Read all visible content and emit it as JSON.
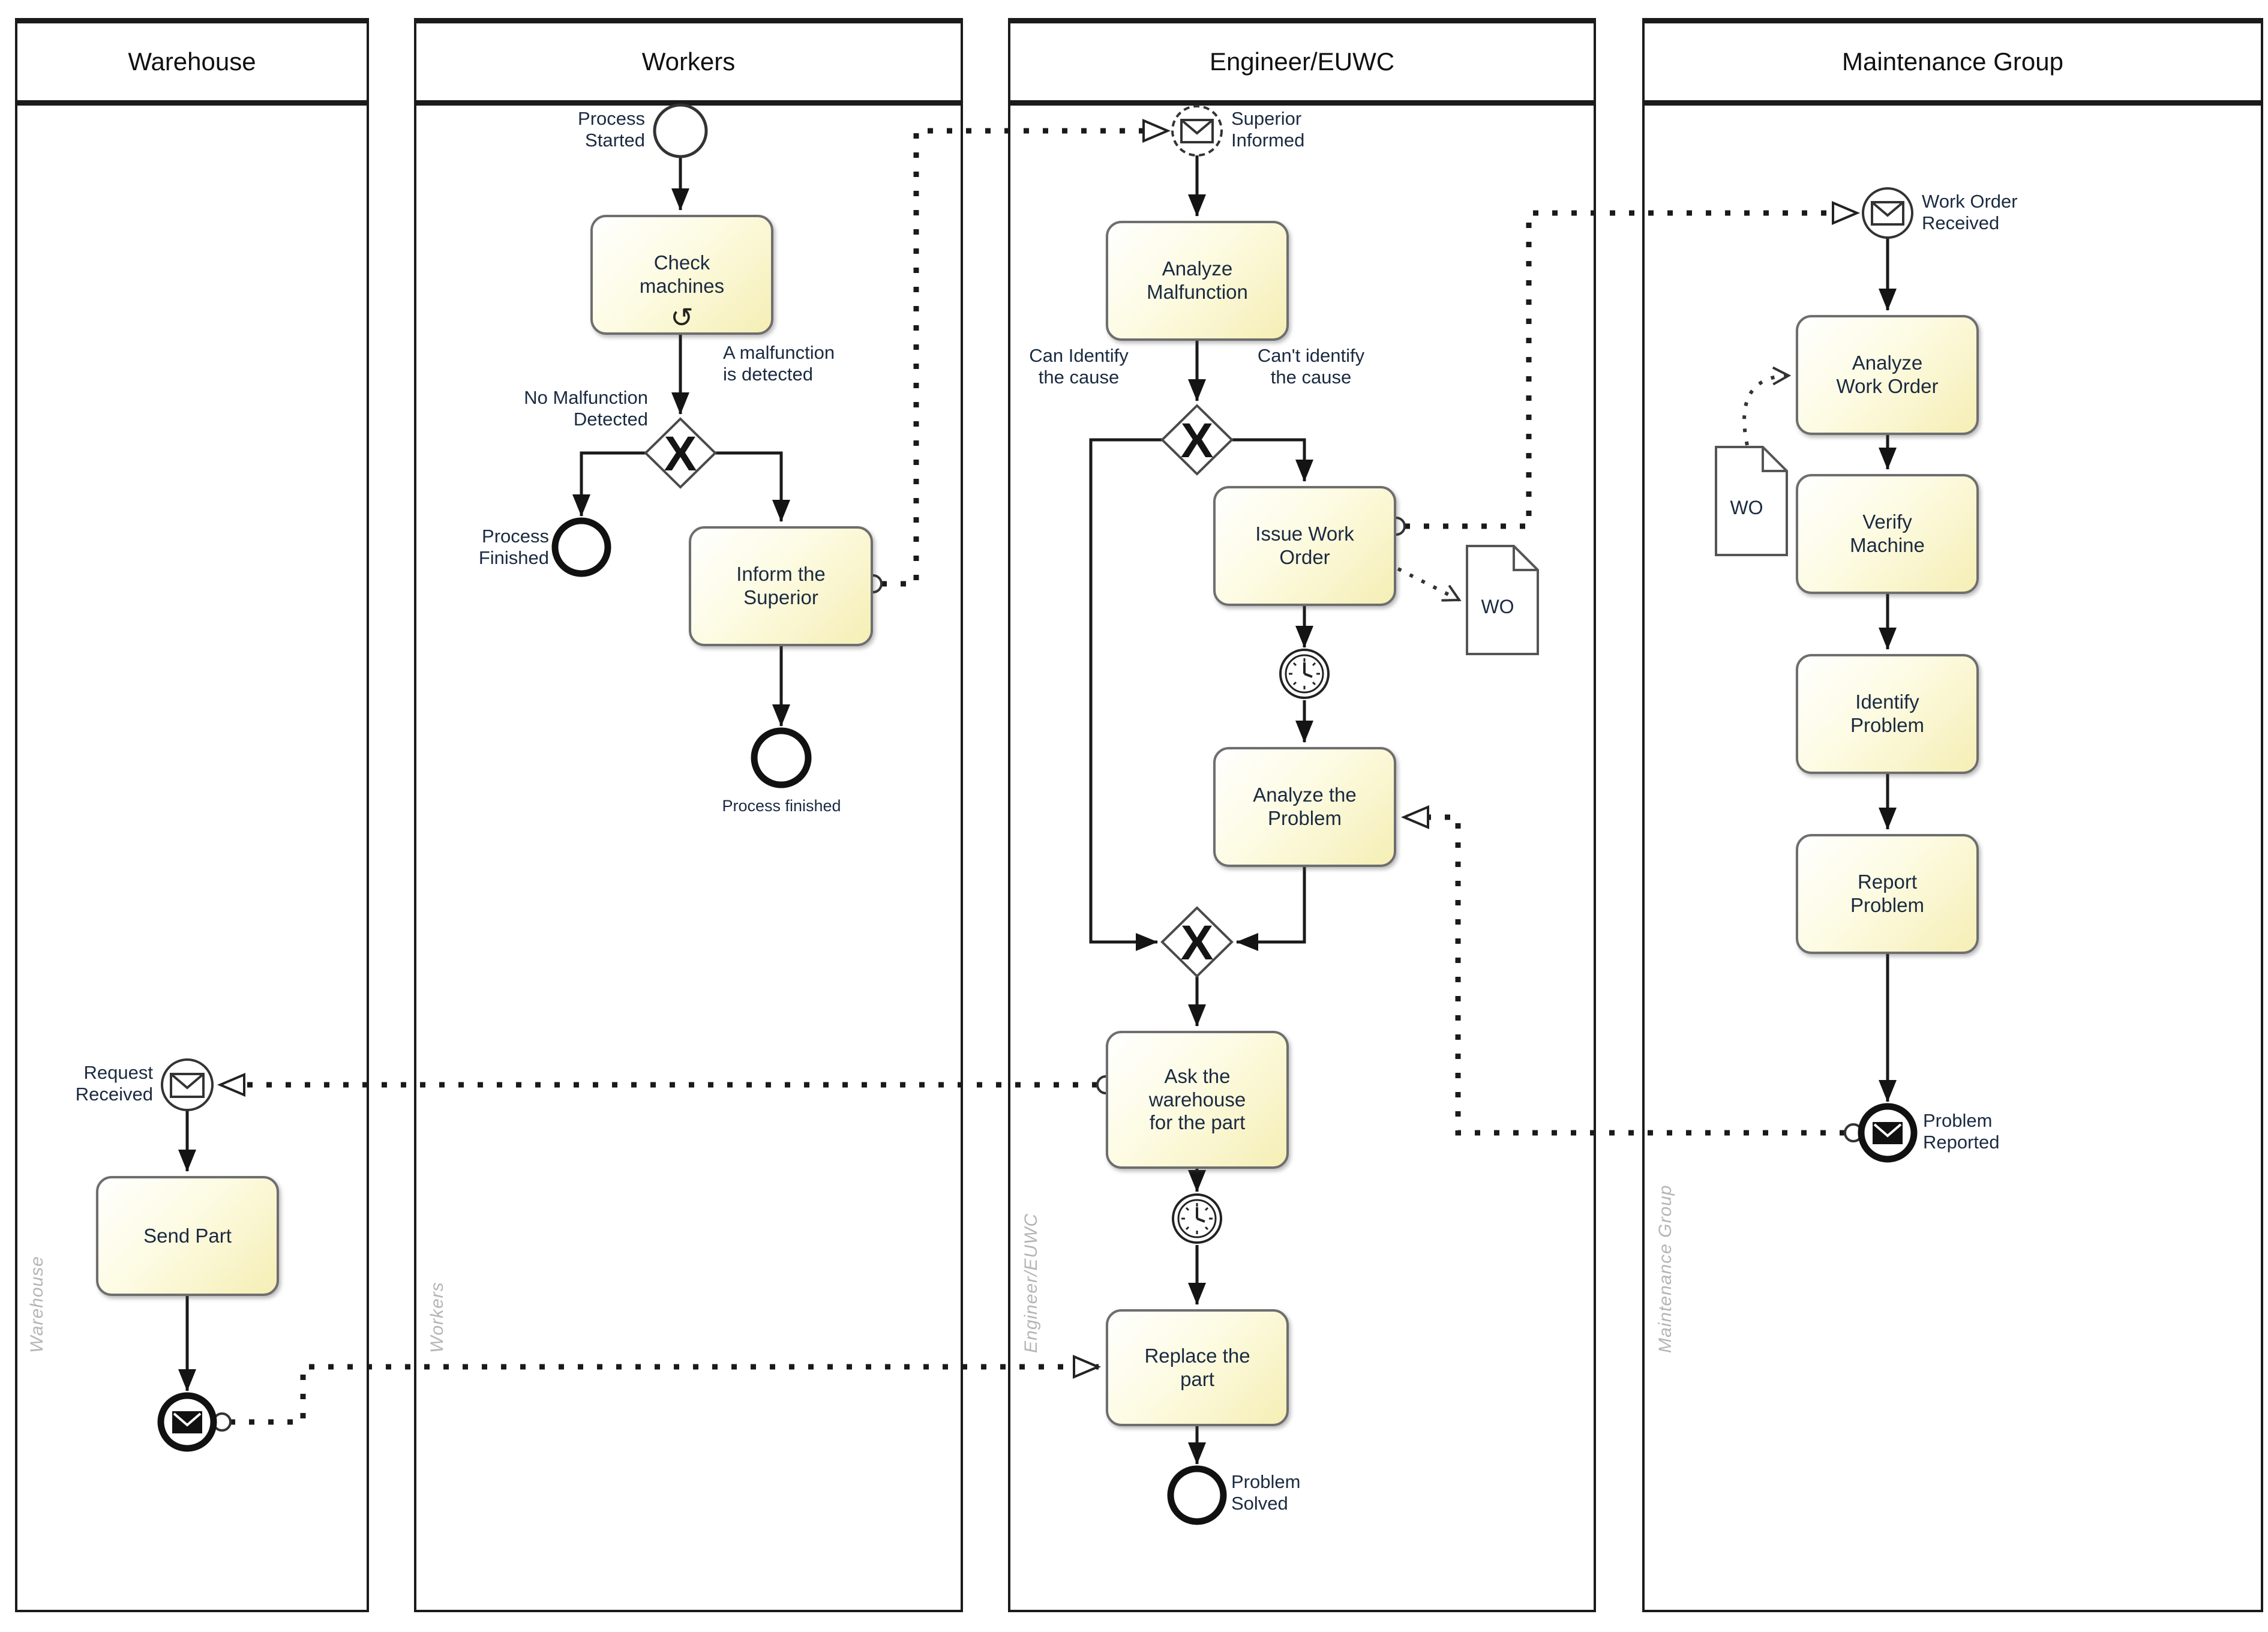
{
  "lanes": [
    {
      "title": "Warehouse",
      "vertical_label": "Warehouse"
    },
    {
      "title": "Workers",
      "vertical_label": "Workers"
    },
    {
      "title": "Engineer/EUWC",
      "vertical_label": "Engineer/EUWC"
    },
    {
      "title": "Maintenance Group",
      "vertical_label": "Maintenance Group"
    }
  ],
  "tasks": {
    "check_machines": "Check\nmachines",
    "inform_superior": "Inform the\nSuperior",
    "send_part": "Send Part",
    "analyze_malfunction": "Analyze\nMalfunction",
    "issue_work_order": "Issue Work\nOrder",
    "analyze_problem": "Analyze the\nProblem",
    "ask_warehouse": "Ask the\nwarehouse\nfor the part",
    "replace_part": "Replace the\npart",
    "analyze_work_order": "Analyze\nWork Order",
    "verify_machine": "Verify\nMachine",
    "identify_problem": "Identify\nProblem",
    "report_problem": "Report\nProblem"
  },
  "events": {
    "process_started": "Process\nStarted",
    "process_finished": "Process\nFinished",
    "process_finished_small": "Process finished",
    "superior_informed": "Superior\nInformed",
    "problem_solved": "Problem\nSolved",
    "request_received": "Request\nReceived",
    "work_order_received": "Work Order\nReceived",
    "problem_reported": "Problem\nReported"
  },
  "flow_labels": {
    "no_malfunction": "No Malfunction\nDetected",
    "malfunction_detected": "A malfunction\nis detected",
    "can_identify": "Can Identify\nthe cause",
    "cant_identify": "Can't identify\nthe cause"
  },
  "data_objects": {
    "wo_engineer": "WO",
    "wo_maintenance": "WO"
  },
  "icons": {
    "gateway_exclusive": "X",
    "loop_marker": "↺"
  },
  "colors": {
    "task_fill_light": "#ffffff",
    "task_fill_dark": "#f5eeb5",
    "task_border": "#6e6e6e",
    "lane_border": "#1b1b1b",
    "flow_line": "#1a1a1a",
    "label_text": "#1b2a40",
    "lane_vertical_label": "#b5b5b5"
  }
}
